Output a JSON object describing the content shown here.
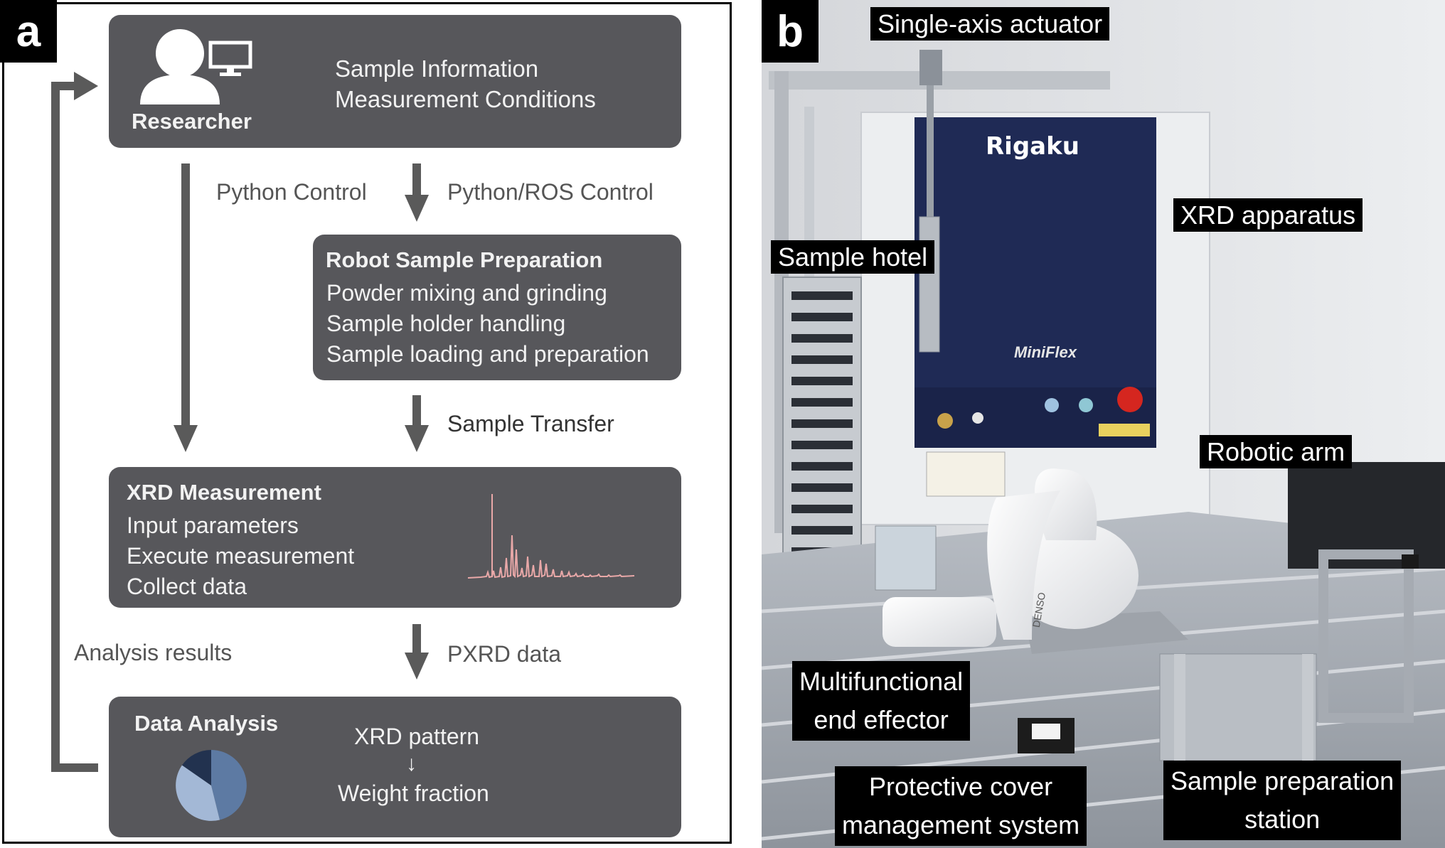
{
  "panel_a": {
    "badge": "a",
    "researcher_box": {
      "label": "Researcher",
      "lines": [
        "Sample Information",
        "Measurement Conditions"
      ]
    },
    "flow_labels": {
      "python_control": "Python Control",
      "python_ros_control": "Python/ROS Control",
      "sample_transfer": "Sample Transfer",
      "analysis_results": "Analysis results",
      "pxrd_data": "PXRD data"
    },
    "robot_box": {
      "title": "Robot Sample Preparation",
      "lines": [
        "Powder mixing and grinding",
        "Sample holder handling",
        "Sample loading and preparation"
      ]
    },
    "xrd_box": {
      "title": "XRD Measurement",
      "lines": [
        "Input parameters",
        "Execute measurement",
        "Collect data"
      ]
    },
    "analysis_box": {
      "title": "Data Analysis",
      "line1": "XRD pattern",
      "arrow": "↓",
      "line2": "Weight fraction"
    },
    "colors": {
      "box": "#57575b",
      "arrow": "#5a5a5a",
      "pattern": "#e9a8a8",
      "pie": [
        "#5d7aa3",
        "#a3b8d6",
        "#22324f"
      ]
    }
  },
  "panel_b": {
    "badge": "b",
    "callouts": {
      "single_axis_actuator": "Single-axis actuator",
      "xrd_apparatus": "XRD apparatus",
      "sample_hotel": "Sample hotel",
      "robotic_arm": "Robotic arm",
      "end_effector": [
        "Multifunctional",
        "end effector"
      ],
      "protective_cover": [
        "Protective cover",
        "management system"
      ],
      "sample_station": [
        "Sample preparation",
        "station"
      ]
    },
    "instrument": {
      "brand": "Rigaku",
      "model": "MiniFlex",
      "arm_brand": "DENSO"
    }
  }
}
